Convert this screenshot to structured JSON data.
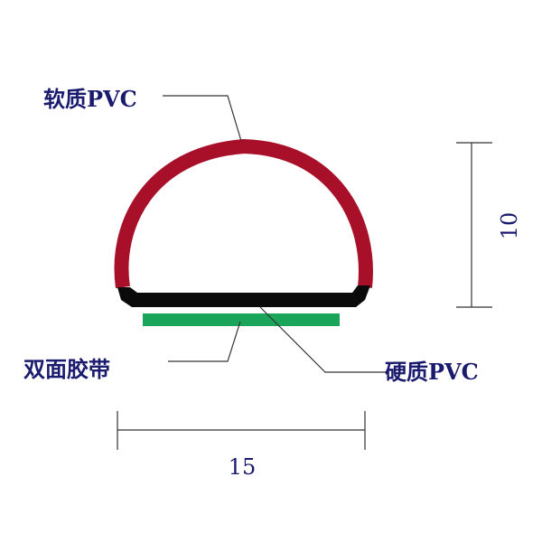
{
  "labels": {
    "soft_pvc": "软质PVC",
    "tape": "双面胶带",
    "hard_pvc": "硬质PVC"
  },
  "dimensions": {
    "height": "10",
    "width": "15"
  },
  "colors": {
    "soft_pvc": "#a8102a",
    "hard_pvc": "#0a0a0a",
    "tape": "#1aa55a",
    "text": "#1a1a6e",
    "lines": "#333333"
  }
}
